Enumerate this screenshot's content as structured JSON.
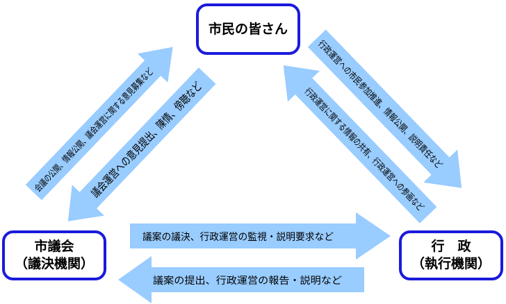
{
  "nodes": {
    "citizens": {
      "label": "市民の皆さん"
    },
    "council": {
      "line1": "市議会",
      "line2": "（議決機関）"
    },
    "admin": {
      "line1": "行　政",
      "line2": "（執行機関）"
    }
  },
  "arrows": {
    "council_to_citizens": "会議の公開、情報公開、議会運営に関する意見募集など",
    "citizens_to_council": "議会運営への意見提出、陳情、傍聴など",
    "admin_to_citizens": "行政運営に関する情報の共有、行政運営への参画など",
    "citizens_to_admin": "行政運営への市民参加推進、情報公開、説明責任など",
    "council_to_admin": "議案の議決、行政運営の監視・説明要求など",
    "admin_to_council": "議案の提出、行政運営の報告・説明など"
  },
  "colors": {
    "arrow_fill": "#99ccff",
    "box_border": "#1a1adc"
  }
}
